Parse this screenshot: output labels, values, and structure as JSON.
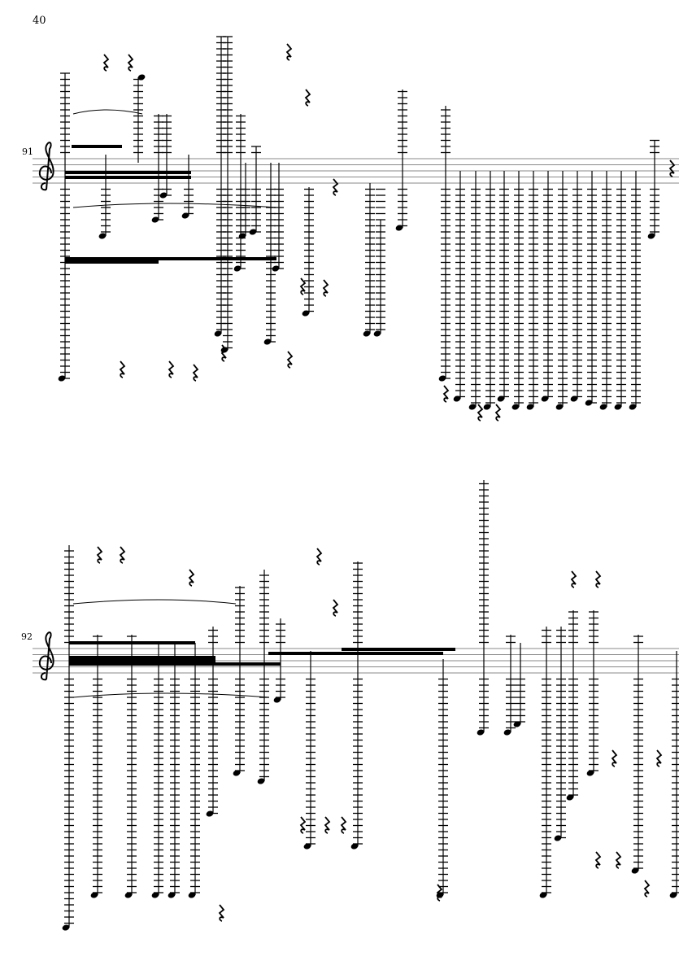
{
  "page": {
    "number": "40"
  },
  "systems": [
    {
      "measure_number": "91",
      "clef": "treble"
    },
    {
      "measure_number": "92",
      "clef": "treble"
    }
  ],
  "colors": {
    "ink": "#000000",
    "staff": "#888888"
  }
}
